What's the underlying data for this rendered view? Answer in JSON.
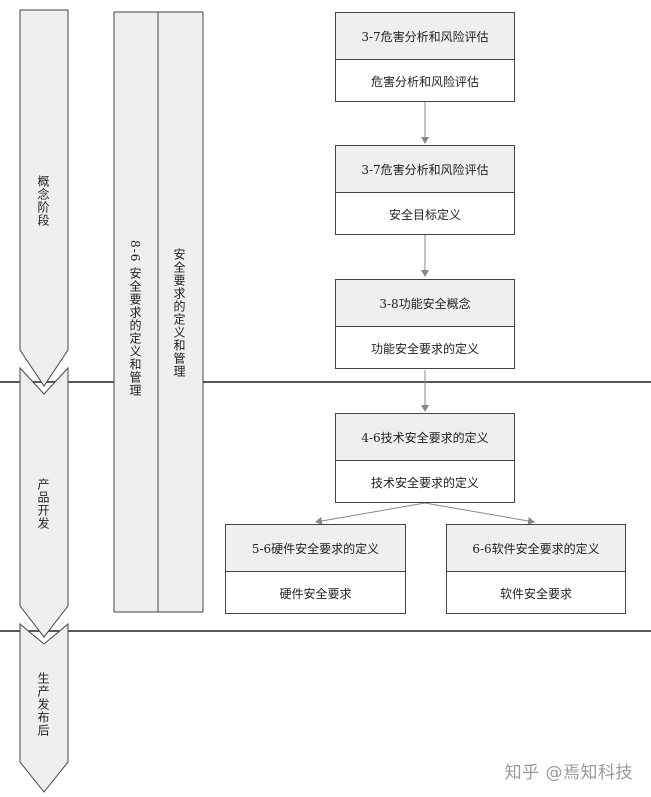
{
  "phases": [
    {
      "label": "概念阶段"
    },
    {
      "label": "产品开发"
    },
    {
      "label": "生产发布后"
    }
  ],
  "management": {
    "left_label": "8-6 安全要求的定义和管理",
    "right_label": "安全要求的定义和管理"
  },
  "boxes": [
    {
      "header": "3-7危害分析和风险评估",
      "body": "危害分析和风险评估"
    },
    {
      "header": "3-7危害分析和风险评估",
      "body": "安全目标定义"
    },
    {
      "header": "3-8功能安全概念",
      "body": "功能安全要求的定义"
    },
    {
      "header": "4-6技术安全要求的定义",
      "body": "技术安全要求的定义"
    },
    {
      "header": "5-6硬件安全要求的定义",
      "body": "硬件安全要求"
    },
    {
      "header": "6-6软件安全要求的定义",
      "body": "软件安全要求"
    }
  ],
  "watermark": "知乎 @焉知科技"
}
